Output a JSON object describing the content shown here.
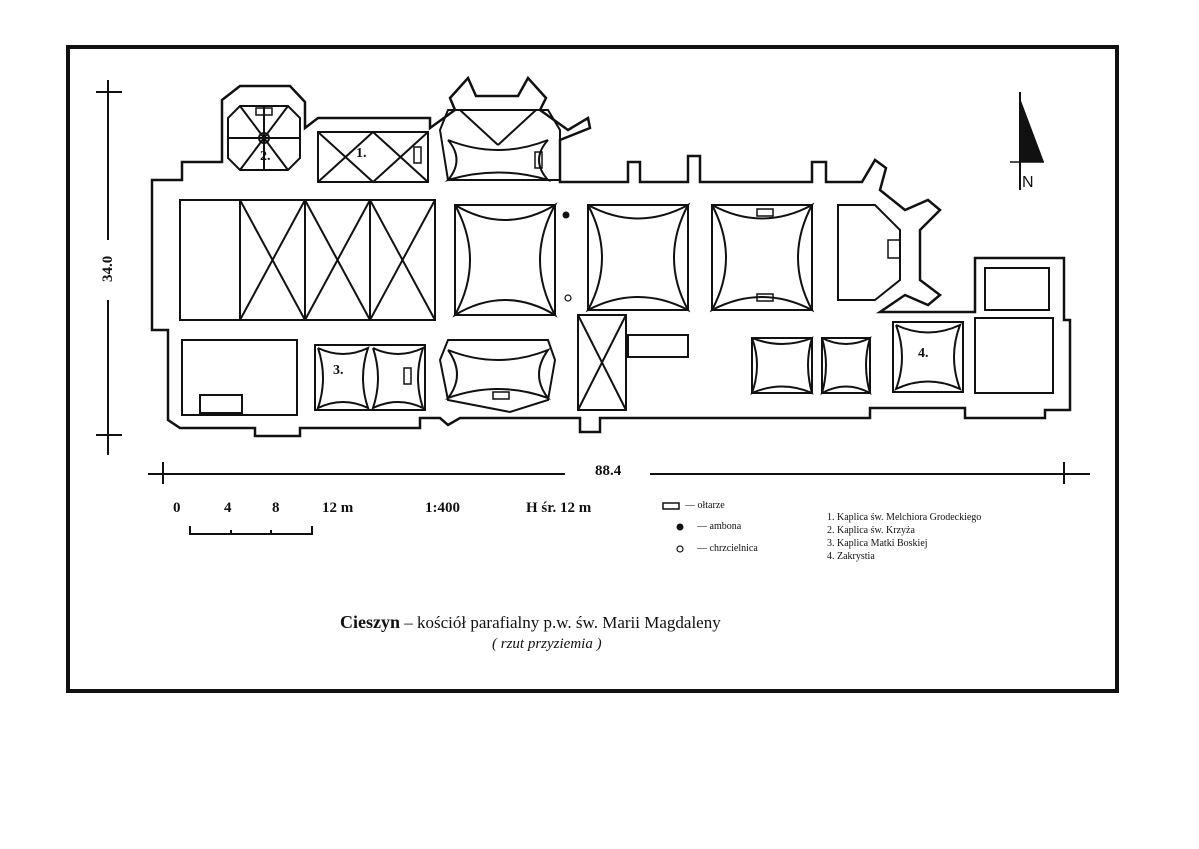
{
  "dimensions": {
    "width_label": "88.4",
    "height_label": "34.0"
  },
  "north_label": "N",
  "chapel_markers": [
    "1.",
    "2.",
    "3.",
    "4."
  ],
  "scale": {
    "ticks": [
      "0",
      "4",
      "8",
      "12 m"
    ],
    "ratio": "1:400",
    "height_note": "H śr. 12 m"
  },
  "legend": [
    {
      "symbol": "altar-symbol",
      "label": "ołtarze"
    },
    {
      "symbol": "pulpit-dot",
      "label": "ambona"
    },
    {
      "symbol": "font-circle",
      "label": "chrzcielnica"
    }
  ],
  "chapels": [
    "1. Kaplica św. Melchiora Grodeckiego",
    "2. Kaplica św. Krzyża",
    "3. Kaplica Matki Boskiej",
    "4. Zakrystia"
  ],
  "title": {
    "city": "Cieszyn",
    "rest": " – kościół parafialny p.w. św. Marii Magdaleny",
    "subtitle": "( rzut przyziemia )"
  }
}
